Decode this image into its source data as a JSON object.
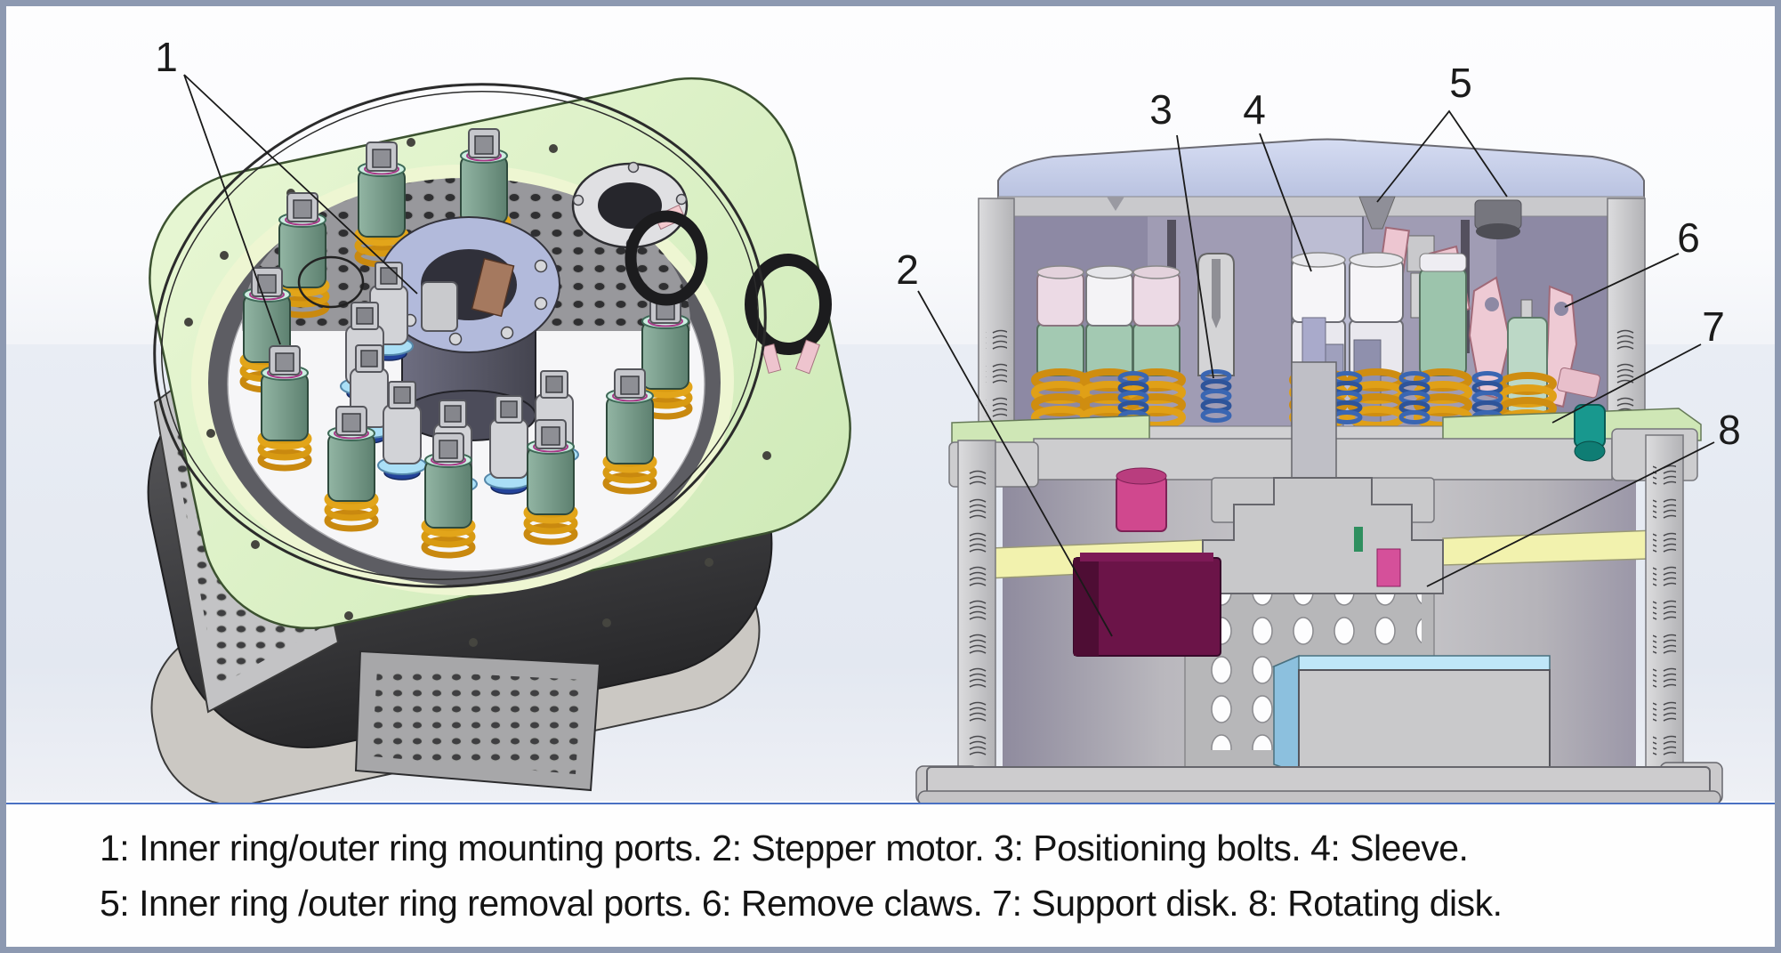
{
  "figure": {
    "type": "technical-diagram",
    "views": {
      "left": {
        "name": "isometric view of changer housing"
      },
      "right": {
        "name": "cross-section view of changer"
      }
    },
    "callouts": {
      "c1": "1",
      "c2": "2",
      "c3": "3",
      "c4": "4",
      "c5": "5",
      "c6": "6",
      "c7": "7",
      "c8": "8"
    },
    "legend": [
      {
        "num": "1",
        "label": "Inner ring/outer ring mounting ports"
      },
      {
        "num": "2",
        "label": "Stepper motor"
      },
      {
        "num": "3",
        "label": "Positioning bolts"
      },
      {
        "num": "4",
        "label": "Sleeve"
      },
      {
        "num": "5",
        "label": "Inner ring /outer ring removal ports"
      },
      {
        "num": "6",
        "label": "Remove claws"
      },
      {
        "num": "7",
        "label": "Support disk"
      },
      {
        "num": "8",
        "label": "Rotating disk"
      }
    ],
    "caption": {
      "line1": "1: Inner ring/outer ring mounting ports. 2: Stepper motor. 3: Positioning bolts. 4: Sleeve.",
      "line2": "5: Inner ring /outer ring removal ports. 6: Remove claws. 7: Support disk. 8: Rotating disk."
    },
    "colors": {
      "frame_border": "#8d99b1",
      "divider_blue": "#4a71c3",
      "top_plate_green": "#d9efc5",
      "housing_dark": "#3d3d40",
      "motor_maroon": "#6b1448",
      "support_disk_yellow": "#f2f2ae",
      "remove_claw_pink": "#ecc3cf",
      "sleeve_white": "#f2f2f5",
      "spring_orange": "#d1920f",
      "positioning_bolt_blue": "#3c68ae",
      "cap_lavender": "#c7d0e8",
      "box_blue": "#aedbf4",
      "socket_teal": "#7fa492",
      "collar_blue": "#abdff6",
      "section_purple": "#938fa9"
    }
  }
}
